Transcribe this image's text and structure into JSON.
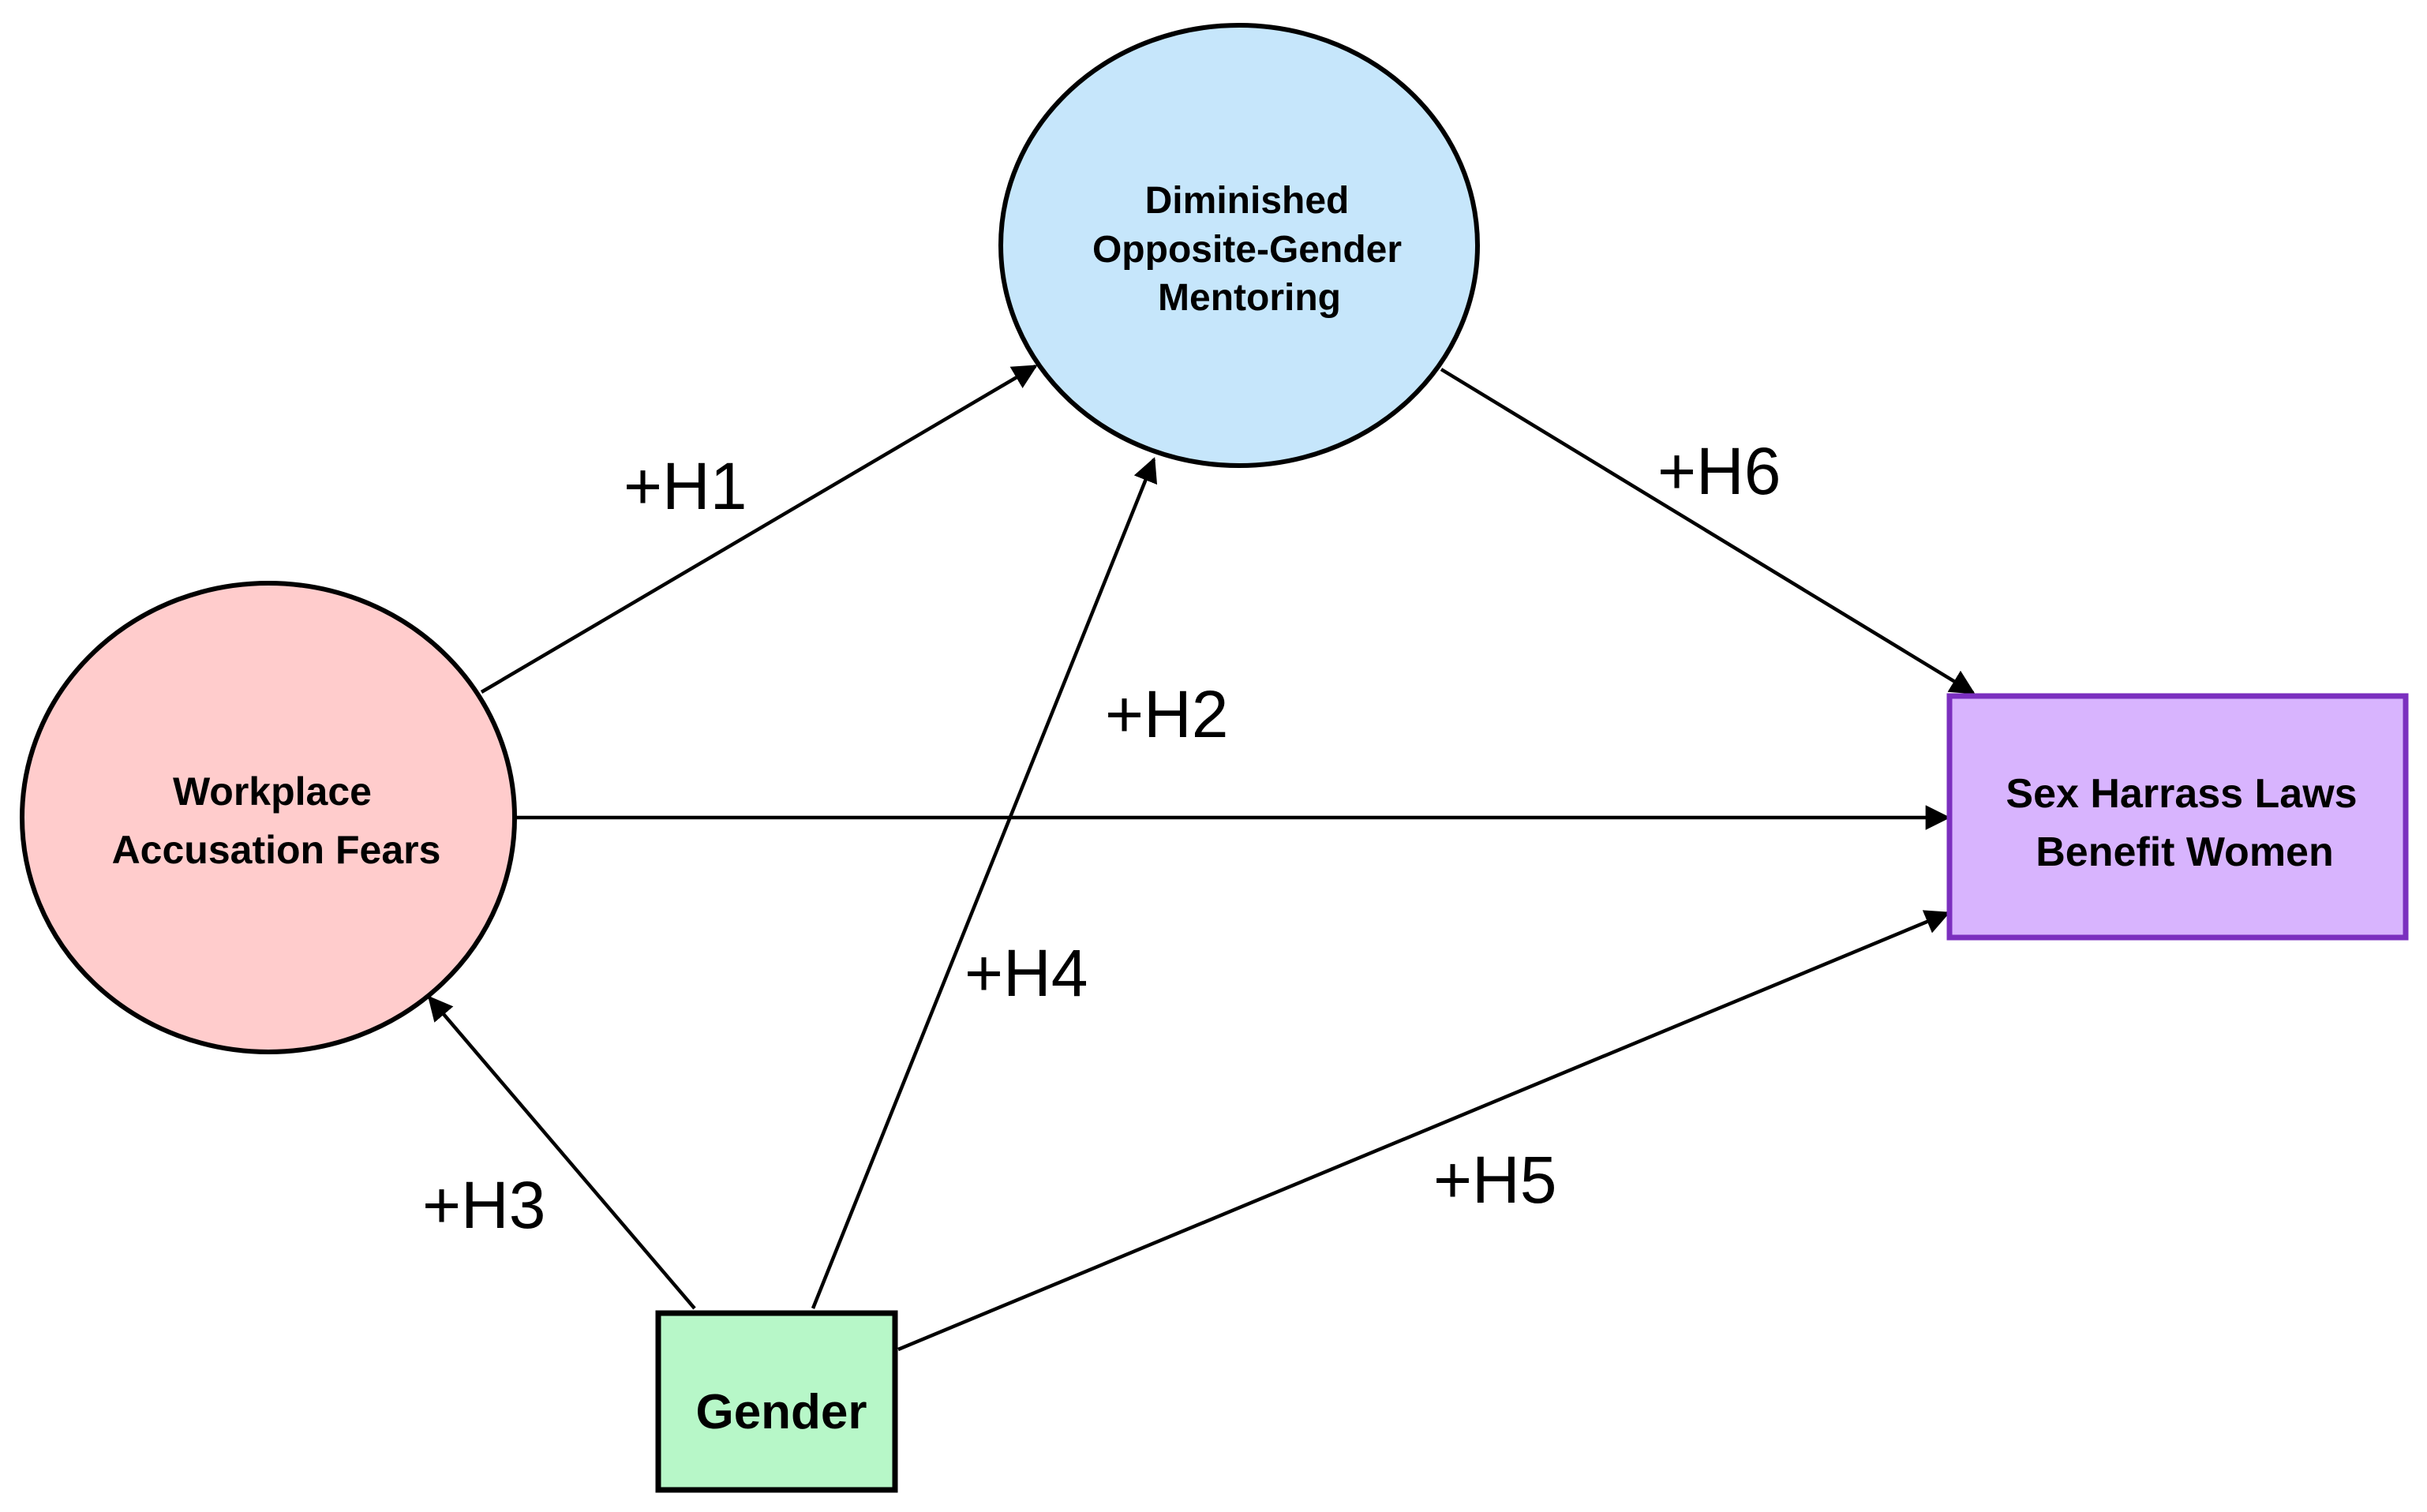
{
  "nodes": {
    "mentoring": {
      "lines": [
        "Diminished",
        "Opposite-Gender",
        "Mentoring"
      ],
      "fill": "#c6e6fb",
      "stroke": "#000000"
    },
    "fears": {
      "lines": [
        "Workplace",
        "Accusation Fears"
      ],
      "fill": "#ffcccc",
      "stroke": "#000000"
    },
    "laws": {
      "lines": [
        "Sex Harrass Laws",
        "Benefit Women"
      ],
      "fill": "#d8b4fe",
      "stroke": "#7b2fbf"
    },
    "gender": {
      "lines": [
        "Gender"
      ],
      "fill": "#b7f7c8",
      "stroke": "#000000"
    }
  },
  "edges": {
    "h1": {
      "label": "+H1",
      "from": "Workplace Accusation Fears",
      "to": "Diminished Opposite-Gender Mentoring"
    },
    "h2": {
      "label": "+H2",
      "from": "Workplace Accusation Fears",
      "to": "Sex Harrass Laws Benefit Women"
    },
    "h3": {
      "label": "+H3",
      "from": "Gender",
      "to": "Workplace Accusation Fears"
    },
    "h4": {
      "label": "+H4",
      "from": "Gender",
      "to": "Diminished Opposite-Gender Mentoring"
    },
    "h5": {
      "label": "+H5",
      "from": "Gender",
      "to": "Sex Harrass Laws Benefit Women"
    },
    "h6": {
      "label": "+H6",
      "from": "Diminished Opposite-Gender Mentoring",
      "to": "Sex Harrass Laws Benefit Women"
    }
  },
  "colors": {
    "line": "#000000",
    "background": "#ffffff"
  }
}
